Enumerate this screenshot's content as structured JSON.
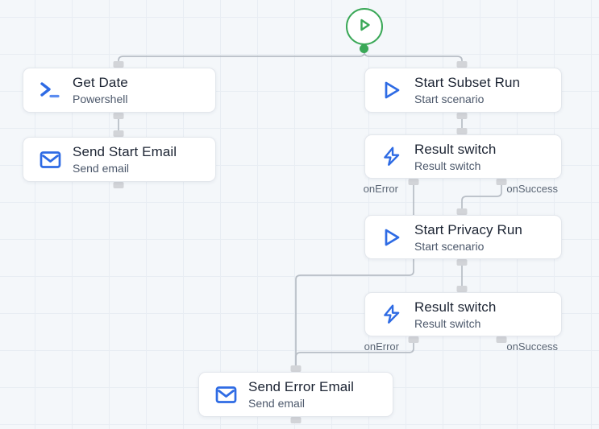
{
  "canvas": {
    "background_color": "#f4f7fa",
    "grid_color": "#e8edf3",
    "edge_color": "#b7bdc5",
    "connector_color": "#d2d4d8",
    "accent_green": "#3aa857",
    "accent_blue": "#2e6be4"
  },
  "start_node": {
    "icon": "play-circle-icon"
  },
  "nodes": [
    {
      "title": "Get Date",
      "subtitle": "Powershell",
      "icon": "powershell-icon"
    },
    {
      "title": "Send Start Email",
      "subtitle": "Send email",
      "icon": "mail-icon"
    },
    {
      "title": "Start Subset Run",
      "subtitle": "Start scenario",
      "icon": "play-icon"
    },
    {
      "title": "Result switch",
      "subtitle": "Result switch",
      "icon": "bolt-icon"
    },
    {
      "title": "Start Privacy Run",
      "subtitle": "Start scenario",
      "icon": "play-icon"
    },
    {
      "title": "Result switch",
      "subtitle": "Result switch",
      "icon": "bolt-icon"
    },
    {
      "title": "Send Error Email",
      "subtitle": "Send email",
      "icon": "mail-icon"
    }
  ],
  "edge_labels": {
    "rs1_on_error": "onError",
    "rs1_on_success": "onSuccess",
    "rs2_on_error": "onError",
    "rs2_on_success": "onSuccess"
  }
}
